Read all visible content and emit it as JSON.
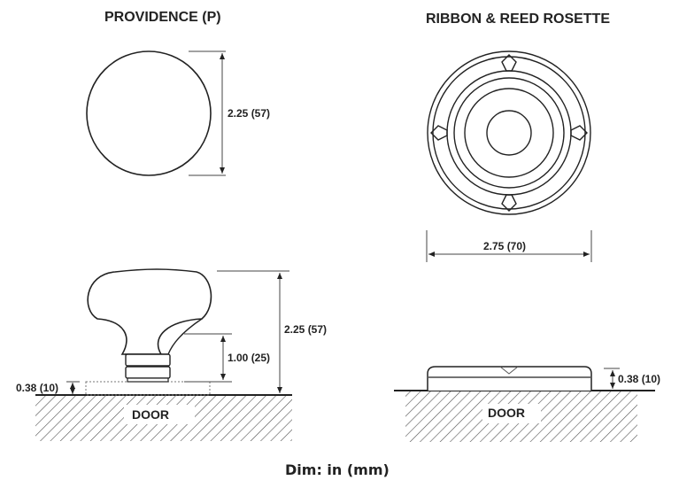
{
  "left_panel": {
    "title": "PROVIDENCE (P)",
    "front_view": {
      "diameter_label": "2.25 (57)"
    },
    "side_view": {
      "height_label": "2.25 (57)",
      "projection_label": "1.00 (25)",
      "rosette_label": "0.38 (10)",
      "surface_label": "DOOR"
    }
  },
  "right_panel": {
    "title": "RIBBON & REED ROSETTE",
    "front_view": {
      "diameter_label": "2.75 (70)"
    },
    "side_view": {
      "thickness_label": "0.38 (10)",
      "surface_label": "DOOR"
    }
  },
  "footer": {
    "units_label": "Dim: in (mm)"
  },
  "colors": {
    "line": "#222222",
    "background": "#ffffff"
  }
}
